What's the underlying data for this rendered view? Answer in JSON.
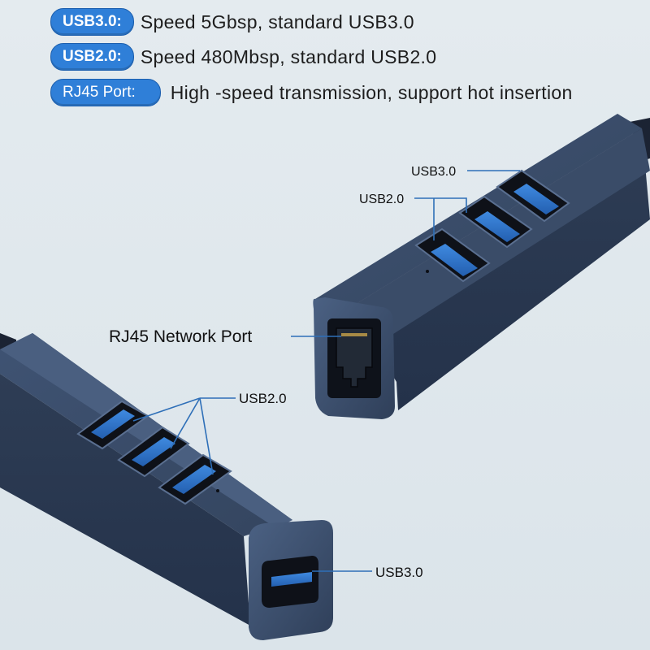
{
  "specs": [
    {
      "badge": "USB3.0:",
      "text": "Speed 5Gbsp, standard USB3.0"
    },
    {
      "badge": "USB2.0:",
      "text": "Speed 480Mbsp, standard USB2.0"
    },
    {
      "badge": "RJ45 Port:",
      "text": "High -speed transmission, support hot insertion"
    }
  ],
  "callouts": {
    "top_usb30": "USB3.0",
    "top_usb20": "USB2.0",
    "rj45": "RJ45 Network Port",
    "bottom_usb20": "USB2.0",
    "bottom_usb30": "USB3.0"
  },
  "colors": {
    "badge": "#2f7fd8",
    "hub_body": "#3a4c68",
    "port_blue": "#2f72c9",
    "callout_line": "#2e6fb8"
  }
}
